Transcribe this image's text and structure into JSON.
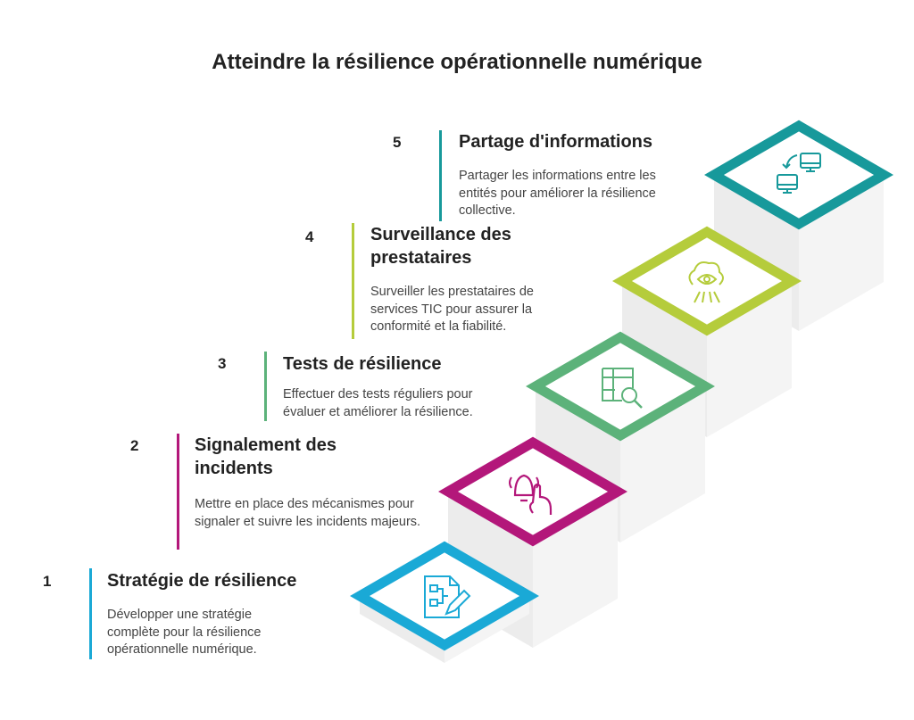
{
  "title": "Atteindre la résilience opérationnelle numérique",
  "steps": [
    {
      "number": "1",
      "title": "Stratégie de résilience",
      "description": "Développer une stratégie complète pour la résilience opérationnelle numérique.",
      "color": "#1aa9d6",
      "icon": "document-flowchart-pencil-icon"
    },
    {
      "number": "2",
      "title": "Signalement des incidents",
      "description": "Mettre en place des mécanismes pour signaler et suivre les incidents majeurs.",
      "color": "#b3177a",
      "icon": "alarm-bell-hand-icon"
    },
    {
      "number": "3",
      "title": "Tests de résilience",
      "description": "Effectuer des tests réguliers pour évaluer et améliorer la résilience.",
      "color": "#5cb27a",
      "icon": "table-magnifier-icon"
    },
    {
      "number": "4",
      "title": "Surveillance des prestataires",
      "description": "Surveiller les prestataires de services TIC pour assurer la conformité et la fiabilité.",
      "color": "#b5cc3b",
      "icon": "cloud-eye-icon"
    },
    {
      "number": "5",
      "title": "Partage d'informations",
      "description": "Partager les informations entre les entités pour améliorer la résilience collective.",
      "color": "#17999b",
      "icon": "computers-exchange-icon"
    }
  ]
}
